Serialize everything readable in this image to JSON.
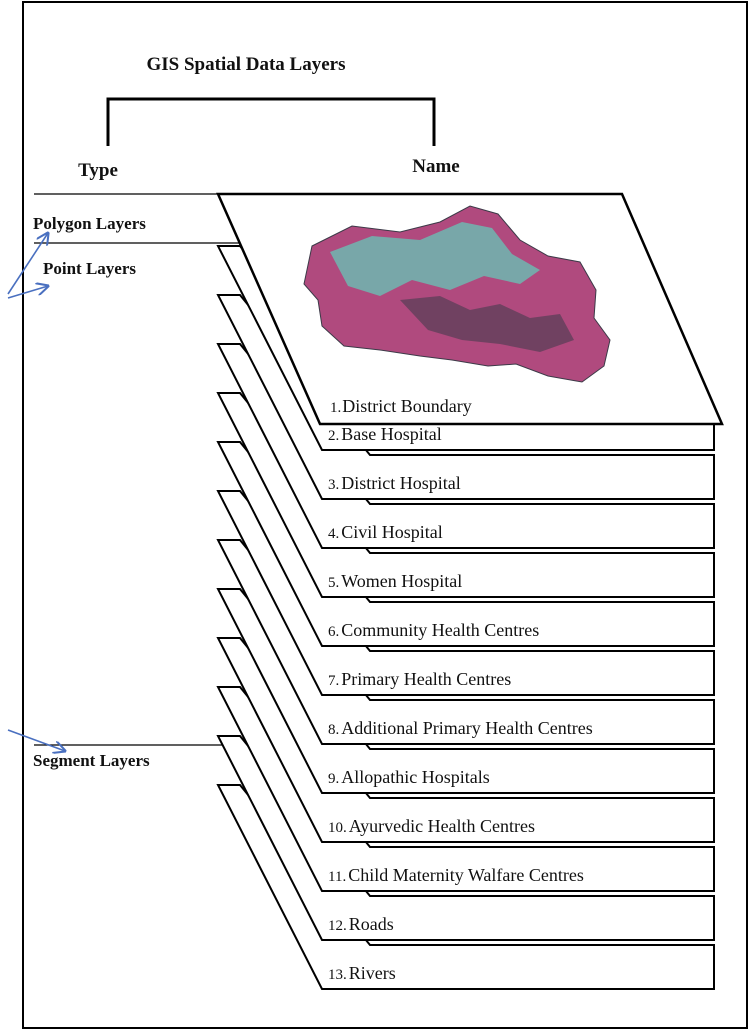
{
  "title": "GIS Spatial Data Layers",
  "headers": {
    "type": "Type",
    "name": "Name"
  },
  "type_labels": {
    "polygon": "Polygon Layers",
    "point": "Point Layers",
    "segment": "Segment Layers"
  },
  "layers": [
    {
      "num": "1.",
      "name": "District Boundary",
      "type": "polygon"
    },
    {
      "num": "2.",
      "name": "Base Hospital",
      "type": "point"
    },
    {
      "num": "3.",
      "name": "District Hospital",
      "type": "point"
    },
    {
      "num": "4.",
      "name": "Civil Hospital",
      "type": "point"
    },
    {
      "num": "5.",
      "name": "Women Hospital",
      "type": "point"
    },
    {
      "num": "6.",
      "name": "Community Health Centres",
      "type": "point"
    },
    {
      "num": "7.",
      "name": "Primary Health Centres",
      "type": "point"
    },
    {
      "num": "8.",
      "name": "Additional Primary Health Centres",
      "type": "point"
    },
    {
      "num": "9.",
      "name": "Allopathic Hospitals",
      "type": "point"
    },
    {
      "num": "10.",
      "name": "Ayurvedic Health Centres",
      "type": "point"
    },
    {
      "num": "11.",
      "name": "Child Maternity Walfare Centres",
      "type": "point"
    },
    {
      "num": "12.",
      "name": "Roads",
      "type": "segment"
    },
    {
      "num": "13.",
      "name": "Rivers",
      "type": "segment"
    }
  ],
  "colors": {
    "stroke": "#000000",
    "arrow": "#4a70c0",
    "map_magenta": "#b04a7e",
    "map_cyan": "#6fb7b0",
    "map_dark": "#3c3a48"
  }
}
